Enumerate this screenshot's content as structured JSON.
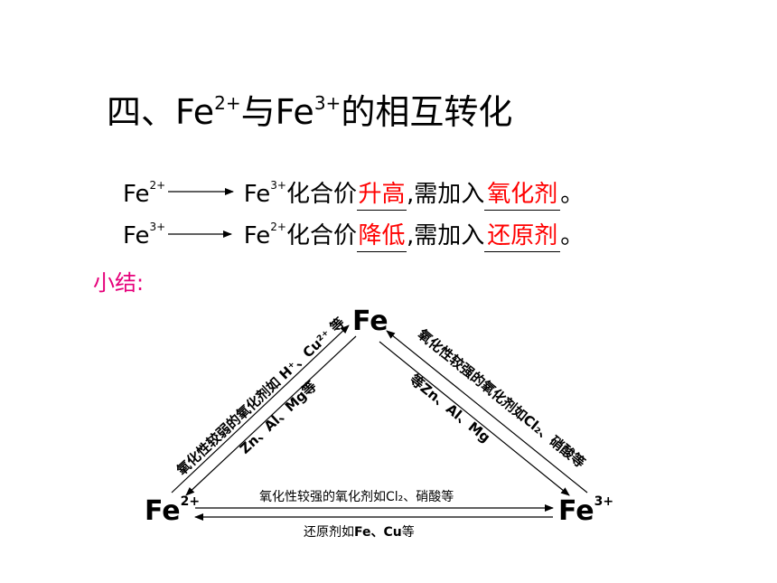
{
  "title": {
    "prefix": "四、Fe",
    "sup1": "2+",
    "mid": "与Fe",
    "sup2": "3+",
    "suffix": "的相互转化"
  },
  "eq1": {
    "from": "Fe",
    "from_sup": "2+",
    "to": "Fe",
    "to_sup": "3+",
    "text1": "化合价",
    "blank1": "升高",
    "text2": ",需加入",
    "blank2": "氧化剂",
    "end": "。"
  },
  "eq2": {
    "from": "Fe",
    "from_sup": "3+",
    "to": "Fe",
    "to_sup": "2+",
    "text1": "化合价",
    "blank1": "降低",
    "text2": ",需加入",
    "blank2": "还原剂",
    "end": "。"
  },
  "summary_label": "小结:",
  "triangle": {
    "fe_top": "Fe",
    "fe2": {
      "base": "Fe",
      "sup": "2+"
    },
    "fe3": {
      "base": "Fe",
      "sup": "3+"
    },
    "left_outer": "氧化性较弱的氧化剂如 H⁺、Cu²⁺ 等",
    "left_inner": "Zn、Al、Mg等",
    "right_outer": "氧化性较强的氧化剂如Cl₂、硝酸等",
    "right_inner": "等Zn、Al、Mg",
    "bottom_top": "氧化性较强的氧化剂如Cl₂、硝酸等",
    "bottom_bottom_prefix": "还原剂如",
    "bottom_bottom_bold": "Fe、Cu",
    "bottom_bottom_suffix": "等"
  }
}
